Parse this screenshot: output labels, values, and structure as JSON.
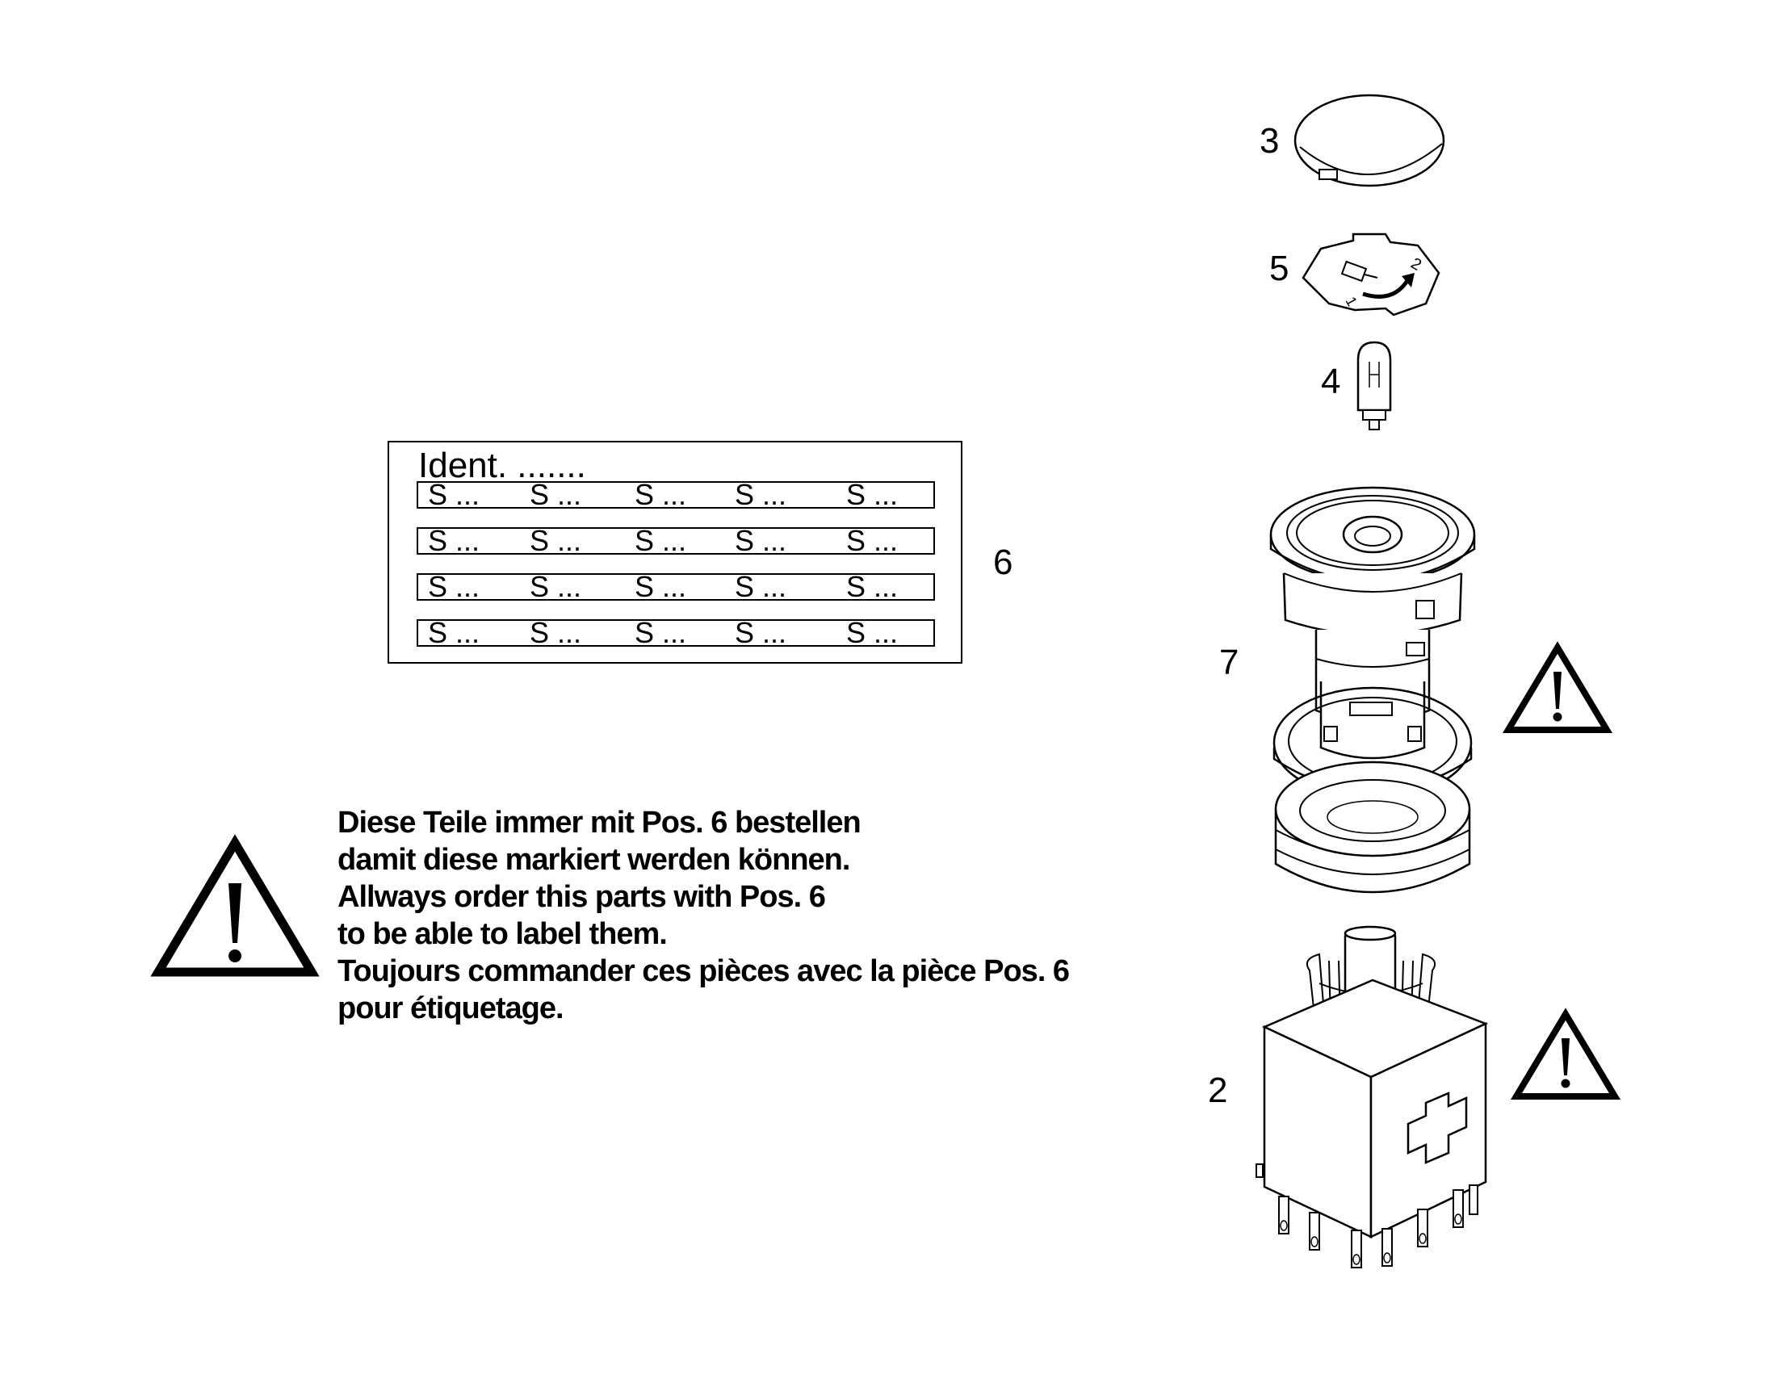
{
  "label_card": {
    "ident": "Ident. .......",
    "rows": [
      [
        "S ...",
        "S ...",
        "S ...",
        "S ...",
        "S ..."
      ],
      [
        "S ...",
        "S ...",
        "S ...",
        "S ...",
        "S ..."
      ],
      [
        "S ...",
        "S ...",
        "S ...",
        "S ...",
        "S ..."
      ],
      [
        "S ...",
        "S ...",
        "S ...",
        "S ...",
        "S ..."
      ]
    ]
  },
  "callouts": {
    "pos2": "2",
    "pos3": "3",
    "pos4": "4",
    "pos5": "5",
    "pos6": "6",
    "pos7": "7"
  },
  "insert_marks": {
    "one": "1",
    "two": "2"
  },
  "warning": {
    "lines": [
      "Diese Teile immer mit Pos. 6 bestellen",
      "damit diese markiert werden können.",
      "Allways order this parts with Pos. 6",
      "to be able to label them.",
      "Toujours commander ces pièces avec la pièce Pos. 6",
      "pour étiquetage."
    ]
  },
  "icons": [
    "warning-triangle-icon",
    "warning-triangle-icon",
    "warning-triangle-icon"
  ]
}
